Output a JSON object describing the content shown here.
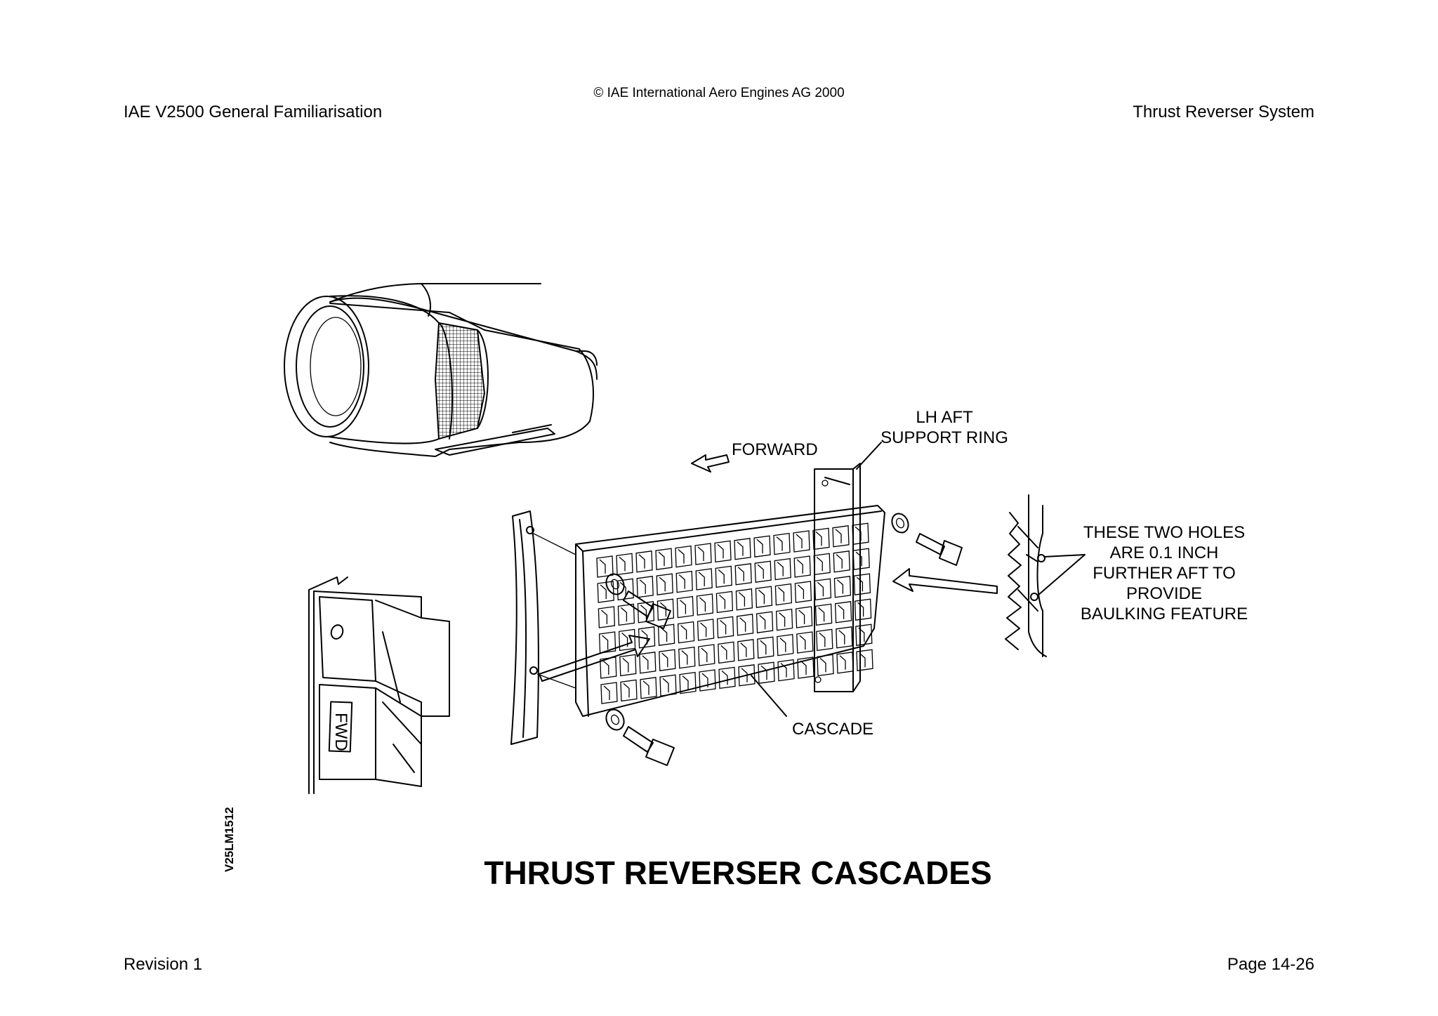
{
  "header": {
    "copyright": "© IAE International Aero Engines AG 2000",
    "doc_title": "IAE V2500 General Familiarisation",
    "section_title": "Thrust Reverser System"
  },
  "footer": {
    "revision": "Revision 1",
    "page": "Page 14-26"
  },
  "figure": {
    "title": "THRUST REVERSER CASCADES",
    "code": "V25LM1512",
    "labels": {
      "forward": "FORWARD",
      "lh_aft_line1": "LH AFT",
      "lh_aft_line2": "SUPPORT RING",
      "cascade": "CASCADE",
      "fwd_tag": "FWD",
      "holes_line1": "THESE TWO HOLES",
      "holes_line2": "ARE 0.1 INCH",
      "holes_line3": "FURTHER AFT TO",
      "holes_line4": "PROVIDE",
      "holes_line5": "BAULKING FEATURE"
    }
  }
}
